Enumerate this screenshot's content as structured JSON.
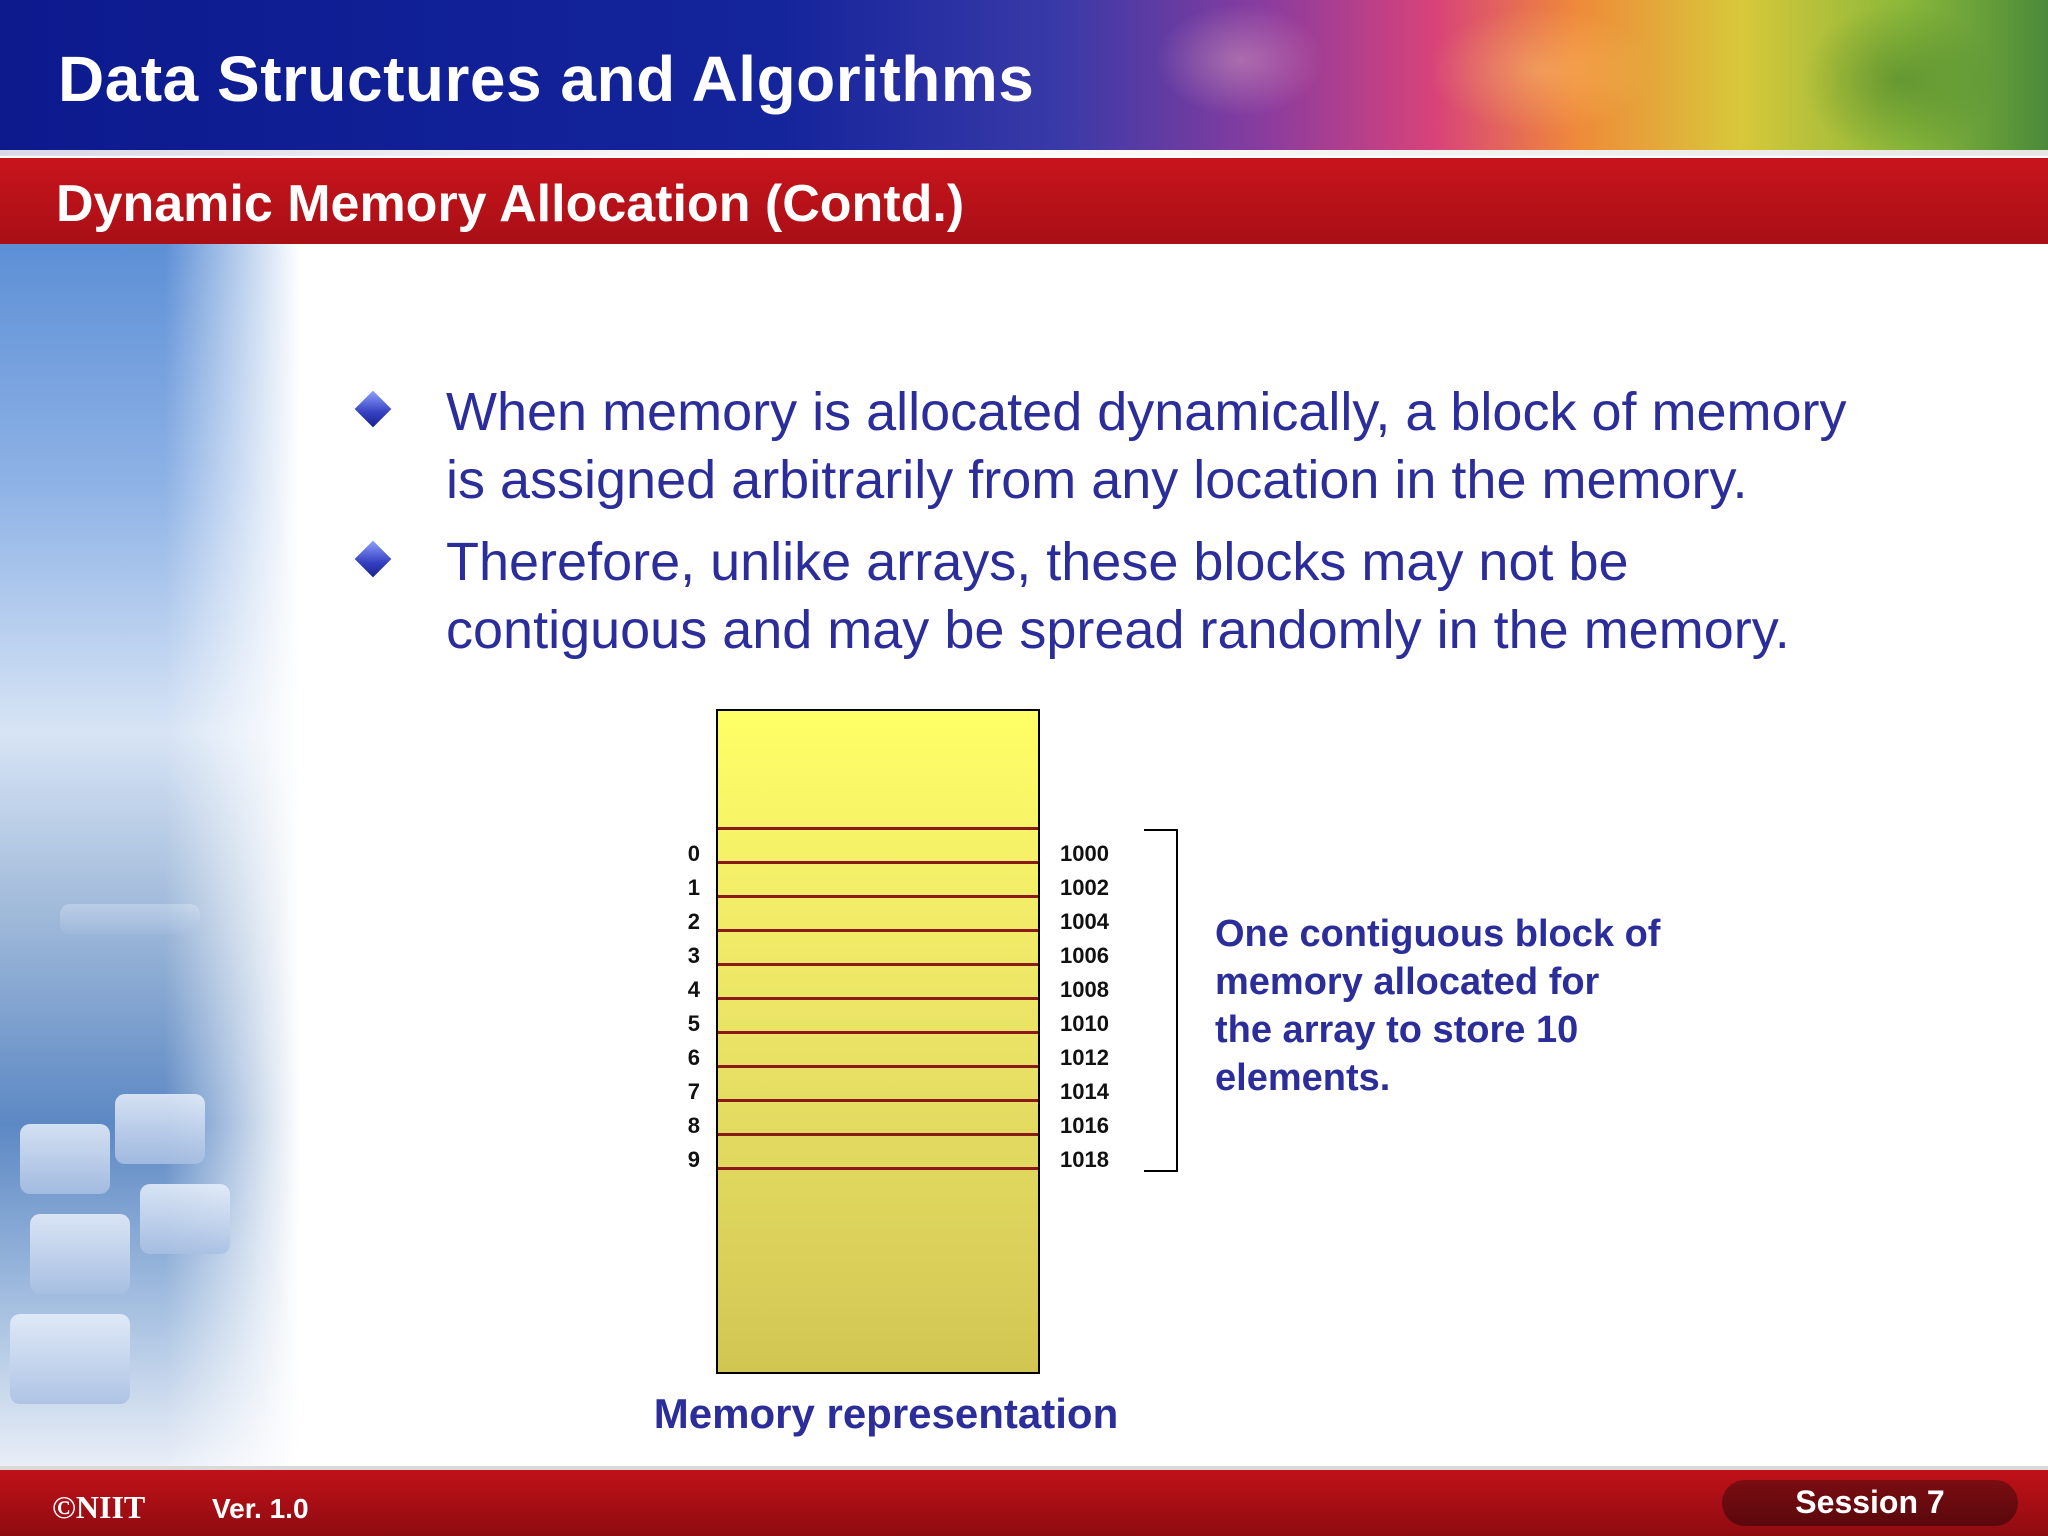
{
  "header": {
    "title": "Data Structures and Algorithms"
  },
  "section": {
    "title": "Dynamic Memory Allocation (Contd.)"
  },
  "bullets": [
    {
      "line1": "When memory is allocated dynamically, a block of memory",
      "line2": "is assigned arbitrarily from any location in the memory."
    },
    {
      "line1": "Therefore, unlike arrays, these blocks may not be",
      "line2": "contiguous and may be spread randomly in the memory."
    }
  ],
  "diagram": {
    "indices": [
      "0",
      "1",
      "2",
      "3",
      "4",
      "5",
      "6",
      "7",
      "8",
      "9"
    ],
    "addresses": [
      "1000",
      "1002",
      "1004",
      "1006",
      "1008",
      "1010",
      "1012",
      "1014",
      "1016",
      "1018"
    ],
    "note": [
      "One contiguous block of",
      "memory allocated for",
      "the array to store 10",
      "elements."
    ],
    "caption": "Memory representation"
  },
  "footer": {
    "logo": "©NIIT",
    "version": "Ver.  1.0",
    "session": "Session 7"
  },
  "colors": {
    "header_blue": "#0c1a8e",
    "band_red": "#b0111a",
    "text_blue": "#2b2d9a",
    "memory_yellow": "#f2ec68",
    "row_line": "#8b1a1a"
  }
}
